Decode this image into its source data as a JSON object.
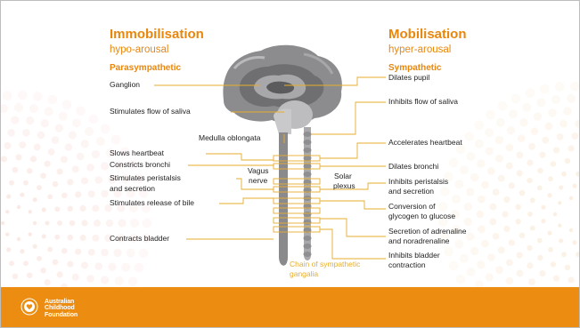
{
  "left": {
    "heading": "Immobilisation",
    "subheading": "hypo-arousal",
    "section": "Parasympathetic",
    "labels": [
      "Ganglion",
      "Stimulates flow of saliva",
      "Slows heartbeat",
      "Constricts bronchi",
      "Stimulates peristalsis",
      "and secretion",
      "Stimulates release of bile",
      "Contracts bladder"
    ]
  },
  "right": {
    "heading": "Mobilisation",
    "subheading": "hyper-arousal",
    "section": "Sympathetic",
    "labels": [
      "Dilates pupil",
      "Inhibits flow of saliva",
      "Accelerates heartbeat",
      "Dilates bronchi",
      "Inhibits peristalsis",
      "and secretion",
      "Conversion of",
      "glycogen to glucose",
      "Secretion of adrenaline",
      "and noradrenaline",
      "Inhibits bladder",
      "contraction"
    ]
  },
  "center": {
    "medulla": "Medulla oblongata",
    "vagus_1": "Vagus",
    "vagus_2": "nerve",
    "solar_1": "Solar",
    "solar_2": "plexus",
    "chain_1": "Chain of sympathetic",
    "chain_2": "gangalia"
  },
  "footer": {
    "org_line1": "Australian",
    "org_line2": "Childhood",
    "org_line3": "Foundation"
  },
  "colors": {
    "accent": "#e8870e",
    "gold": "#e7ae2d",
    "footer": "#ec8d12"
  }
}
